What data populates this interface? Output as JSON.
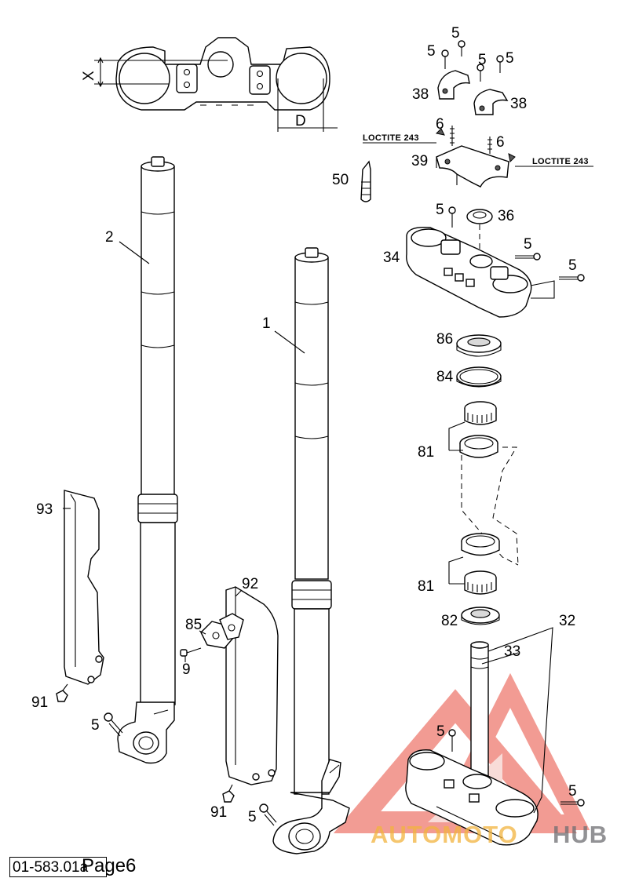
{
  "labels": {
    "dim_x": "X",
    "dim_d": "D",
    "l5": "5",
    "l6": "6",
    "l38": "38",
    "l39": "39",
    "l50": "50",
    "l36": "36",
    "l34": "34",
    "l86": "86",
    "l84": "84",
    "l81": "81",
    "l82": "82",
    "l32": "32",
    "l33": "33",
    "l2": "2",
    "l1": "1",
    "l93": "93",
    "l92": "92",
    "l85": "85",
    "l9": "9",
    "l91": "91",
    "loctite": "LOCTITE 243"
  },
  "watermark": {
    "text_a": "AUTOMOTO",
    "text_b": "HUB",
    "color_primary": "#e84b3c",
    "color_secondary": "#f2b33d",
    "color_dark": "#6d6e71"
  },
  "footer": {
    "code": "01-583.01a",
    "page": "Page6"
  }
}
